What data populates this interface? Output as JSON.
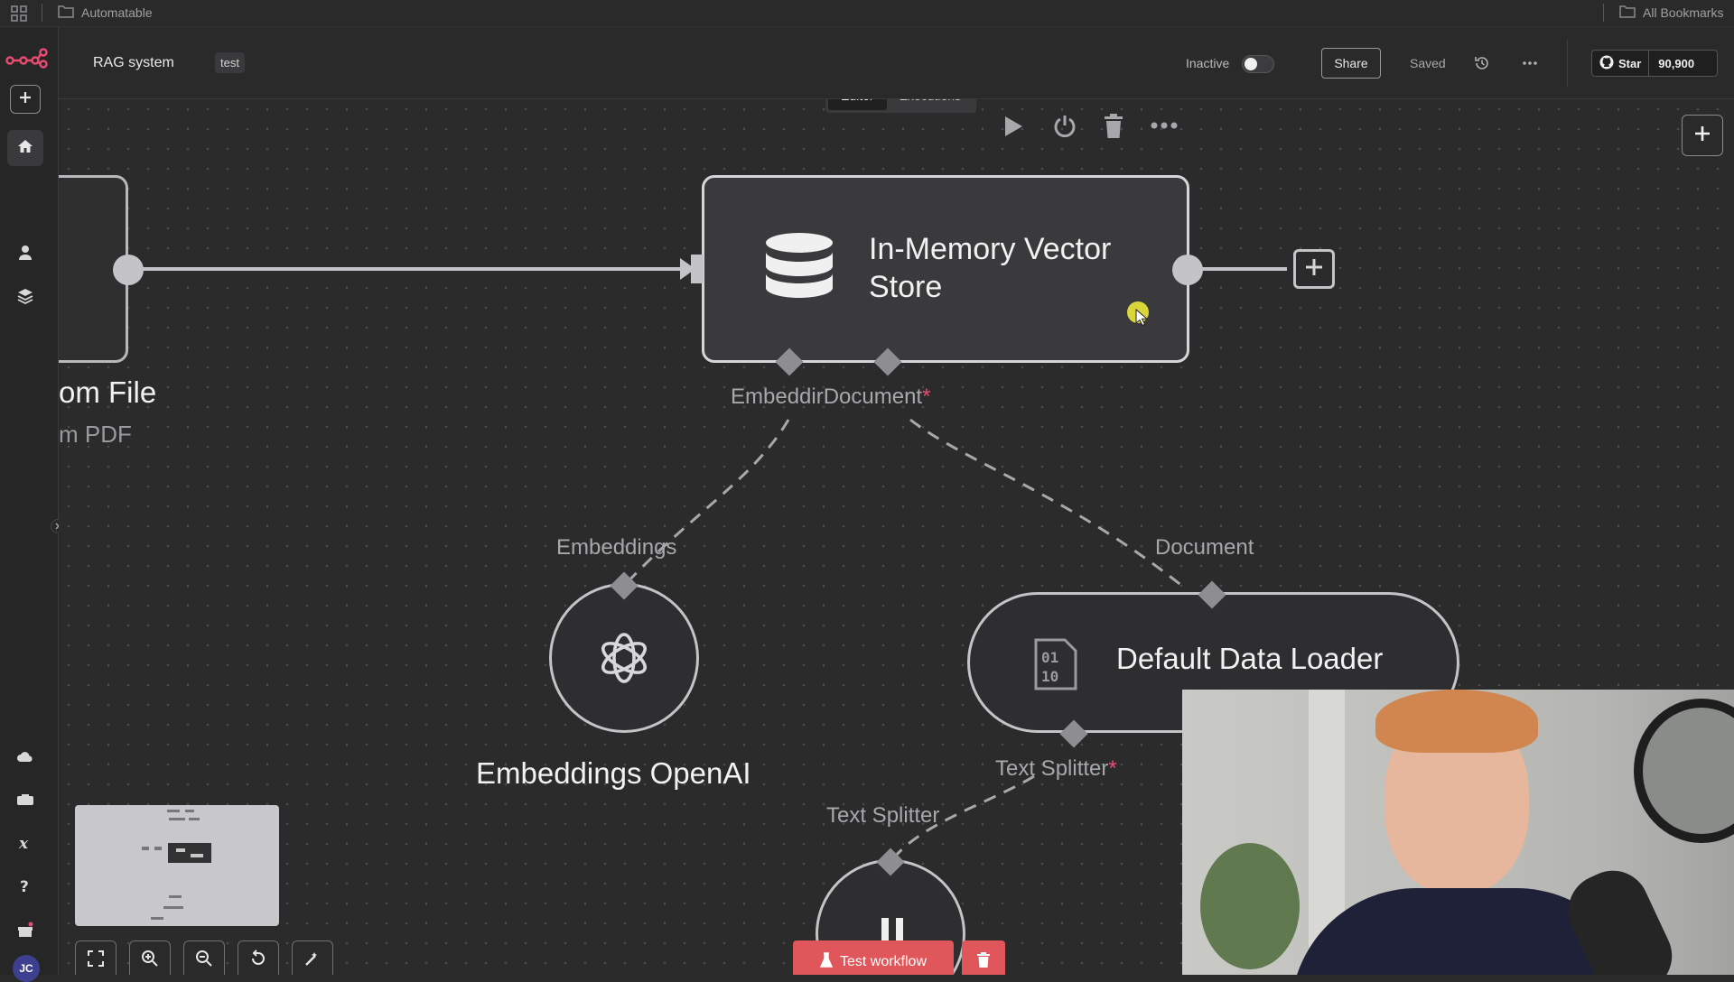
{
  "bookmarks": {
    "left_folder": "Automatable",
    "right_folder": "All Bookmarks"
  },
  "header": {
    "workflow_name": "RAG system",
    "tag": "test",
    "status_label": "Inactive",
    "share_label": "Share",
    "saved_label": "Saved",
    "star_label": "Star",
    "star_count": "90,900"
  },
  "tabs": {
    "editor": "Editor",
    "executions": "Executions"
  },
  "nodes": {
    "left_node_title": "om File",
    "left_node_sub": "m PDF",
    "vector_store_line1": "In-Memory Vector",
    "vector_store_line2": "Store",
    "vector_port_label": "EmbeddirDocument",
    "required_mark": "*",
    "embeddings_port": "Embeddings",
    "document_port": "Document",
    "embeddings_title": "Embeddings OpenAI",
    "loader_title": "Default Data Loader",
    "text_splitter_port": "Text Splitter",
    "text_splitter_input": "Text Splitter"
  },
  "footer": {
    "test_workflow": "Test workflow"
  },
  "user": {
    "initials": "JC"
  },
  "colors": {
    "accent": "#ea4b71",
    "canvas": "#2b2b2c",
    "test_button": "#e0575b"
  }
}
